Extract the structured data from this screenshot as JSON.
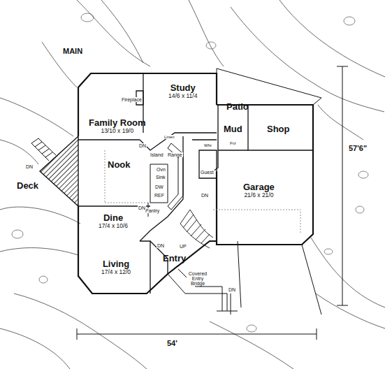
{
  "diagram": {
    "nodes": [
      {
        "text": [
          "Study",
          "14/6 x 11/4"
        ]
      },
      {
        "text": [
          "Family Room",
          "13/10 x 19/0"
        ]
      },
      {
        "text": [
          "Patio"
        ]
      },
      {
        "text": [
          "Mud"
        ]
      },
      {
        "text": [
          "Shop"
        ]
      },
      {
        "text": [
          "Nook"
        ]
      },
      {
        "text": [
          "Deck"
        ]
      },
      {
        "text": [
          "Garage",
          "21/6 x 21/0"
        ]
      },
      {
        "text": [
          "Dine",
          "17/4 x 10/6"
        ]
      },
      {
        "text": [
          "Living",
          "17/4 x 12/0"
        ]
      },
      {
        "text": [
          "Entry"
        ]
      }
    ],
    "edges": [],
    "labels": [
      "MAIN",
      "Fireplace",
      "Linen",
      "DN",
      "Frz",
      "Whr",
      "Island",
      "Range",
      "Ovn",
      "Sink",
      "DW",
      "REF",
      "Guest",
      "DN",
      "DN",
      "Pantry",
      "DN",
      "DN",
      "UP",
      "Covered Entry Bridge",
      "DN",
      "57'6\"",
      "54'"
    ]
  }
}
